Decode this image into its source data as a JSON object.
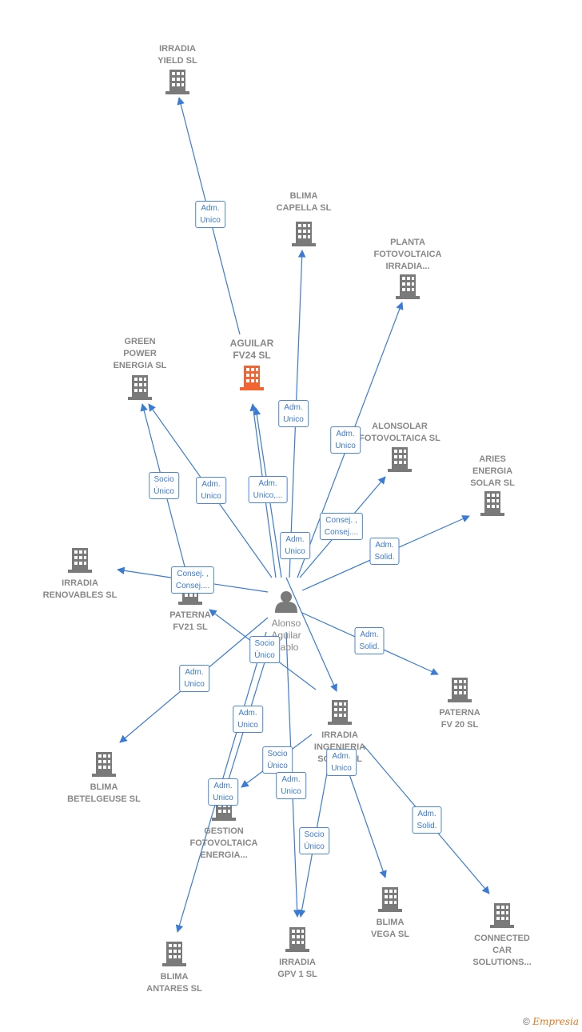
{
  "colors": {
    "edge": "#3a7bd5",
    "company": "#7a7a7a",
    "focus": "#f26532",
    "person": "#7a7a7a"
  },
  "nodes": [
    {
      "id": "yield",
      "label": "IRRADIA\nYIELD  SL",
      "kind": "company"
    },
    {
      "id": "capella",
      "label": "BLIMA\nCAPELLA SL",
      "kind": "company"
    },
    {
      "id": "planta",
      "label": "PLANTA\nFOTOVOLTAICA\nIRRADIA...",
      "kind": "company"
    },
    {
      "id": "aguilar",
      "label": "AGUILAR\nFV24  SL",
      "kind": "focus"
    },
    {
      "id": "green",
      "label": "GREEN\nPOWER\nENERGIA SL",
      "kind": "company"
    },
    {
      "id": "alonsolar",
      "label": "ALONSOLAR\nFOTOVOLTAICA SL",
      "kind": "company"
    },
    {
      "id": "aries",
      "label": "ARIES\nENERGIA\nSOLAR SL",
      "kind": "company"
    },
    {
      "id": "renovables",
      "label": "IRRADIA\nRENOVABLES SL",
      "kind": "company"
    },
    {
      "id": "paterna21",
      "label": "PATERNA\nFV21 SL",
      "kind": "company"
    },
    {
      "id": "person",
      "label": "Alonso\nAguilar\nPablo",
      "kind": "person"
    },
    {
      "id": "paterna20",
      "label": "PATERNA\nFV 20  SL",
      "kind": "company"
    },
    {
      "id": "ingenieria",
      "label": "IRRADIA\nINGENIERIA\nSOLAR SL",
      "kind": "company"
    },
    {
      "id": "betelgeuse",
      "label": "BLIMA\nBETELGEUSE SL",
      "kind": "company"
    },
    {
      "id": "gestion",
      "label": "GESTION\nFOTOVOLTAICA\nENERGIA...",
      "kind": "company"
    },
    {
      "id": "vega",
      "label": "BLIMA\nVEGA SL",
      "kind": "company"
    },
    {
      "id": "connected",
      "label": "CONNECTED\nCAR\nSOLUTIONS...",
      "kind": "company"
    },
    {
      "id": "antares",
      "label": "BLIMA\nANTARES SL",
      "kind": "company"
    },
    {
      "id": "gpv1",
      "label": "IRRADIA\nGPV 1  SL",
      "kind": "company"
    }
  ],
  "edge_labels": [
    {
      "id": "e_yield",
      "text": "Adm.\nUnico"
    },
    {
      "id": "e_capella",
      "text": "Adm.\nUnico"
    },
    {
      "id": "e_planta",
      "text": "Adm.\nUnico"
    },
    {
      "id": "e_green_socio",
      "text": "Socio\nÚnico"
    },
    {
      "id": "e_green_adm",
      "text": "Adm.\nUnico"
    },
    {
      "id": "e_aguilar",
      "text": "Adm.\nUnico,..."
    },
    {
      "id": "e_alonsolar",
      "text": "Consej. ,\nConsej...."
    },
    {
      "id": "e_ingenieria_top",
      "text": "Adm.\nUnico"
    },
    {
      "id": "e_aries",
      "text": "Adm.\nSolid."
    },
    {
      "id": "e_renovables",
      "text": "Consej. ,\nConsej...."
    },
    {
      "id": "e_paterna20",
      "text": "Adm.\nSolid."
    },
    {
      "id": "e_paterna21",
      "text": "Socio\nÚnico"
    },
    {
      "id": "e_betelgeuse",
      "text": "Adm.\nUnico"
    },
    {
      "id": "e_antares",
      "text": "Adm.\nUnico"
    },
    {
      "id": "e_gestion_socio",
      "text": "Socio\nÚnico"
    },
    {
      "id": "e_gestion_adm",
      "text": "Adm.\nUnico"
    },
    {
      "id": "e_gpv1_adm",
      "text": "Adm.\nUnico"
    },
    {
      "id": "e_vega",
      "text": "Adm.\nUnico"
    },
    {
      "id": "e_gpv1_socio",
      "text": "Socio\nÚnico"
    },
    {
      "id": "e_connected",
      "text": "Adm.\nSolid."
    }
  ],
  "footer": {
    "copyright": "©",
    "brand": "Empresia"
  }
}
